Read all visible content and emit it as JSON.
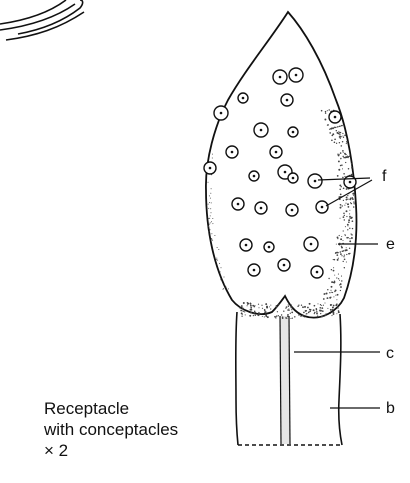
{
  "diagram": {
    "labels": {
      "f": "f",
      "e": "e",
      "c": "c",
      "b": "b"
    },
    "caption": {
      "line1": "Receptacle",
      "line2": "with conceptacles",
      "line3": "× 2"
    }
  },
  "colors": {
    "ink": "#111111",
    "stipple": "#444444",
    "background": "#ffffff"
  }
}
